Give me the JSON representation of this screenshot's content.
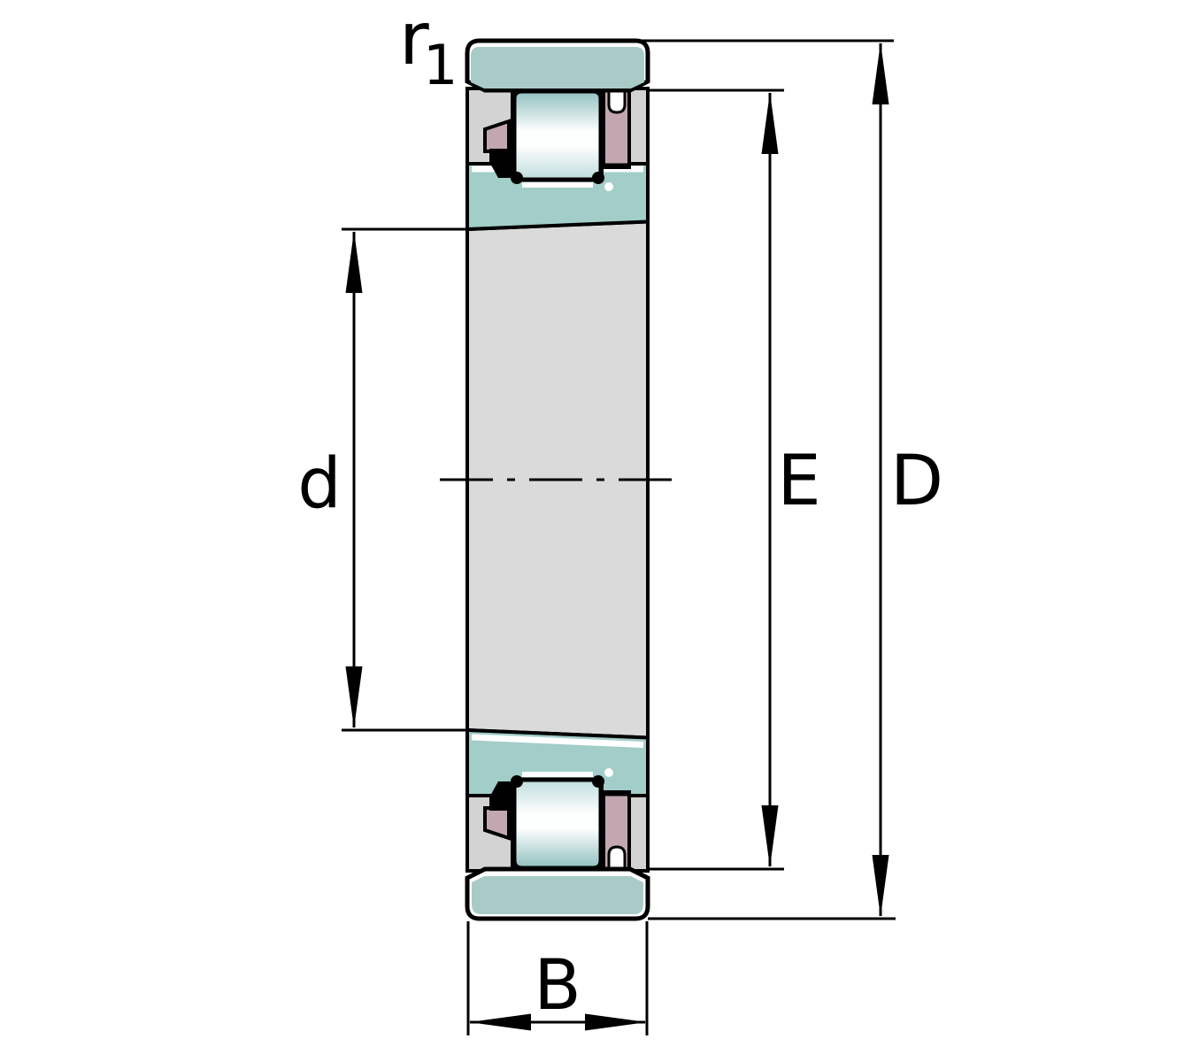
{
  "diagram": {
    "title_hint": "bearing cross-section with dimension annotations",
    "dimension_labels": {
      "chamfer_base": "r",
      "chamfer_sub": "1",
      "bore_diameter": "d",
      "raceway_diameter": "E",
      "outside_diameter": "D",
      "width": "B"
    }
  },
  "colors": {
    "background": "#ffffff",
    "outline": "#000000",
    "ring_teal": "#a9cbc8",
    "flange_teal": "#a3cdc8",
    "cage_pink": "#c2a7b1",
    "side_gray": "#d3d3d3",
    "bore_gray": "#dadada",
    "highlight_white": "#ffffff",
    "roller_dark": "#8fbfbe",
    "roller_white": "#fdfefe",
    "roller_light": "#bfdcdc"
  }
}
